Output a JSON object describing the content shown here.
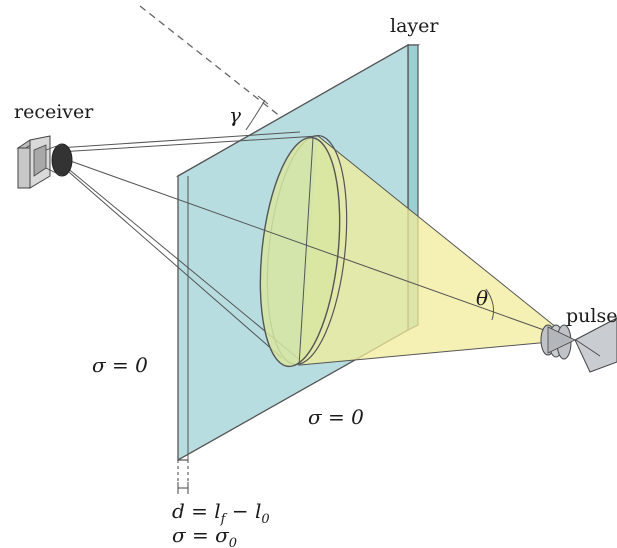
{
  "labels": {
    "layer": "layer",
    "receiver": "receiver",
    "pulse": "pulse",
    "gamma": "γ",
    "theta": "θ",
    "sigma_left": "σ = 0",
    "sigma_bottom": "σ = 0",
    "d_prefix": "d = l",
    "d_sub_f": "f",
    "d_minus": " − l",
    "d_sub_0": "0",
    "sigma0_prefix": "σ = σ",
    "sigma0_sub": "0"
  },
  "colors": {
    "layer_fill": "#b7dde0",
    "cone_fill": "#f2eb9a",
    "ellipse_fill": "#d8e6a0",
    "device_fill": "#d2d2d2",
    "stroke": "#444444"
  }
}
